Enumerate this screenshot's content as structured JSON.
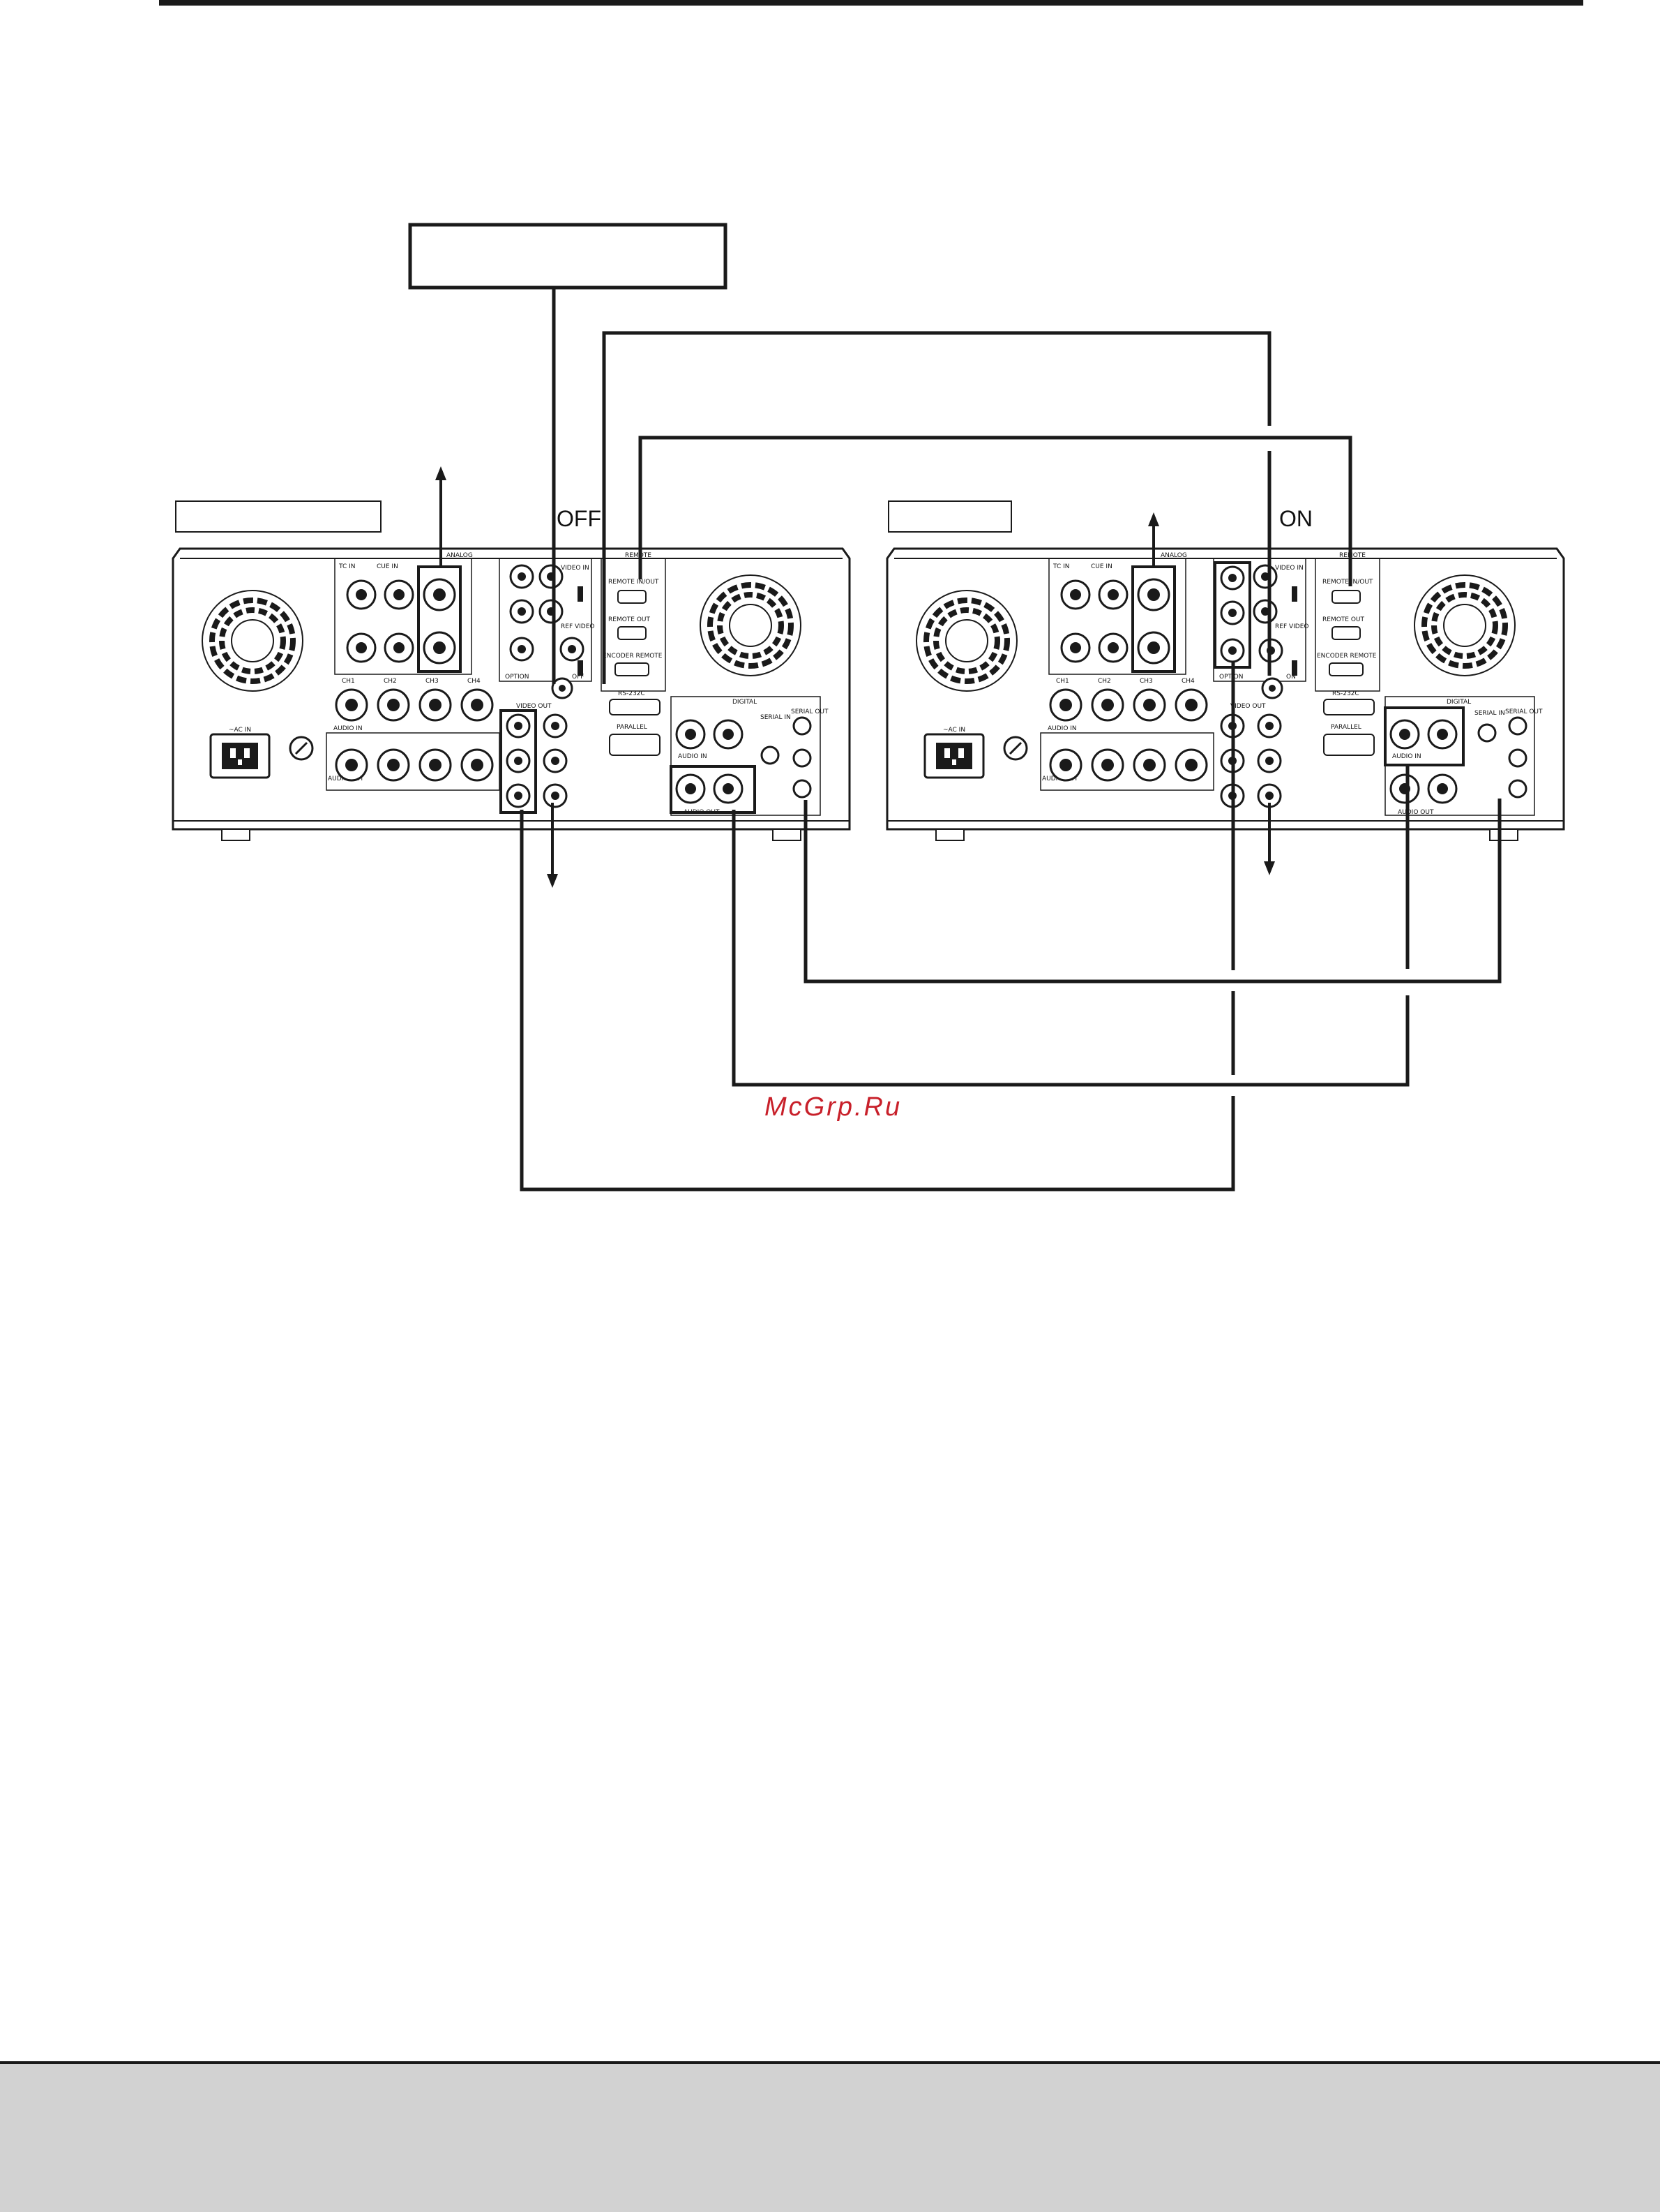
{
  "switch_left": "OFF",
  "switch_right": "ON",
  "watermark": "McGrp.Ru",
  "panel_labels": {
    "analog": "ANALOG",
    "remote": "REMOTE",
    "digital": "DIGITAL",
    "ac_in": "~AC IN",
    "tc_in": "TC IN",
    "cue_in": "CUE IN",
    "out": "OUT",
    "audio_in": "AUDIO IN",
    "audio_out": "AUDIO OUT",
    "ch1": "CH1",
    "ch2": "CH2",
    "ch3": "CH3",
    "ch4": "CH4",
    "video_in": "VIDEO IN",
    "video_out": "VIDEO OUT",
    "ref_video": "REF VIDEO",
    "option": "OPTION",
    "remote_in_out": "REMOTE IN/OUT",
    "remote_out": "REMOTE OUT",
    "encoder_remote": "ENCODER REMOTE",
    "rs232c": "RS-232C",
    "parallel": "PARALLEL",
    "serial_in": "SERIAL IN",
    "serial_out": "SERIAL OUT",
    "off": "OFF",
    "on": "ON"
  },
  "colors": {
    "line": "#1a1a1a",
    "watermark": "#c8202a",
    "footer": "#d2d2d2"
  }
}
